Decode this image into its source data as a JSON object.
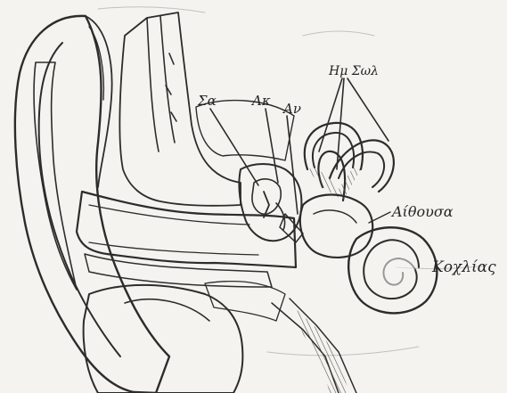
{
  "labels": {
    "sg": "Σα",
    "ak": "Ακ",
    "an": "Αν",
    "hm": "Ημ Σωλ",
    "aithousa": "Αίθουσα",
    "kochlias": "Κοχλίας"
  }
}
